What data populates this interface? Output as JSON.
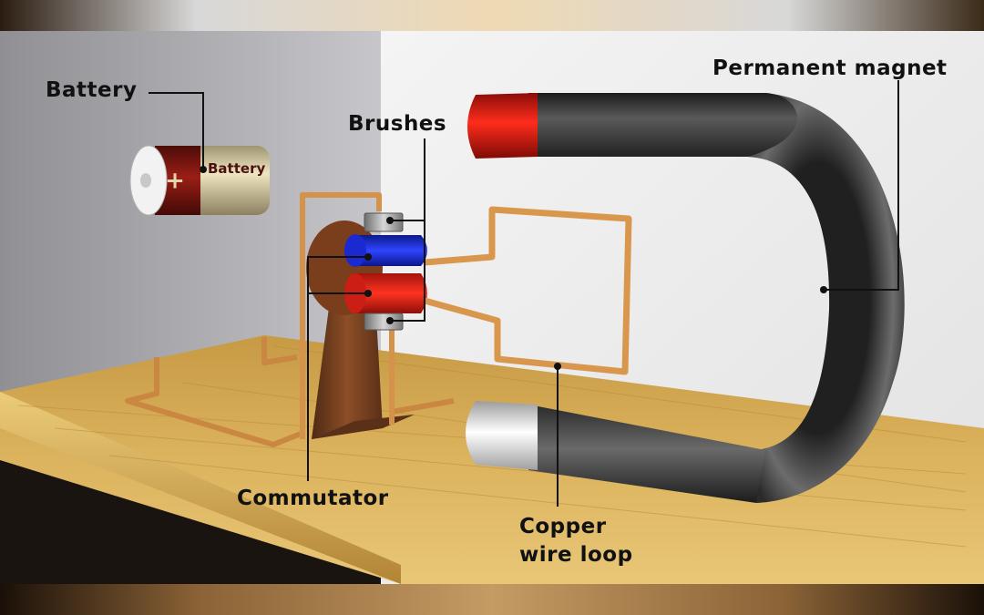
{
  "labels": {
    "battery": "Battery",
    "brushes": "Brushes",
    "permanent_magnet": "Permanent magnet",
    "commutator": "Commutator",
    "copper_wire_loop_line1": "Copper",
    "copper_wire_loop_line2": "wire loop"
  },
  "battery_body_text": "Battery",
  "battery_plus_sign": "+",
  "colors": {
    "magnet_north": "#d81d12",
    "magnet_south": "#f1f1f1",
    "magnet_body": "#3a3a3a",
    "commutator_top": "#1f2fd6",
    "commutator_bottom": "#e0231a",
    "copper_wire": "#d4924a",
    "table_wood": "#d8ad55",
    "battery_shell": "#d9cc9c",
    "battery_cap": "#7a1512"
  }
}
